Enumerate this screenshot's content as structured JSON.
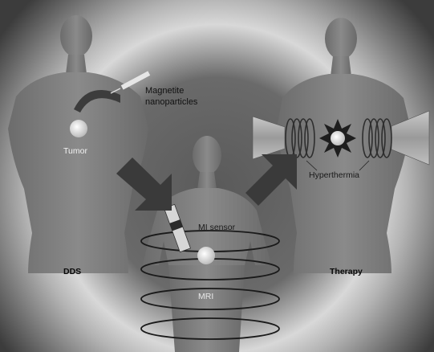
{
  "labels": {
    "magnetite": [
      "Magnetite",
      "nanoparticles"
    ],
    "tumor": "Tumor",
    "dds": "DDS",
    "mi_sensor": "MI sensor",
    "mri": "MRI",
    "hyperthermia": "Hyperthermia",
    "therapy": "Therapy"
  },
  "colors": {
    "background_dark": "#4a4a4a",
    "background_glow": "#dcdcdc",
    "body": "#7b7b7b",
    "arrow": "#3a3a3a",
    "tumor": "#eeeeee"
  }
}
